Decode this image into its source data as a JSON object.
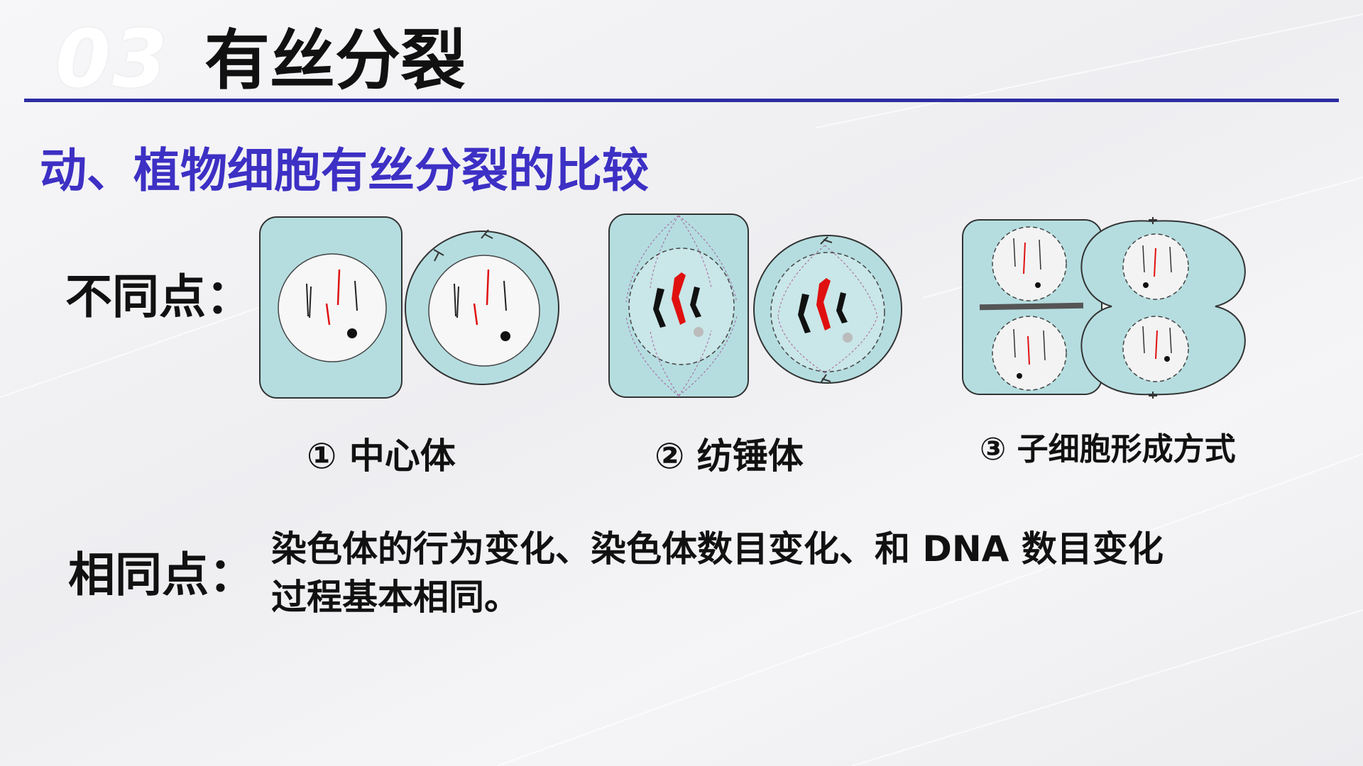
{
  "header": {
    "section_number": "03",
    "title": "有丝分裂"
  },
  "subtitle": "动、植物细胞有丝分裂的比较",
  "differences": {
    "label": "不同点：",
    "items": [
      {
        "caption": "① 中心体",
        "icon": "centrosome-comparison-figure"
      },
      {
        "caption": "② 纺锤体",
        "icon": "spindle-comparison-figure"
      },
      {
        "caption": "③ 子细胞形成方式",
        "icon": "cytokinesis-comparison-figure"
      }
    ]
  },
  "similarities": {
    "label": "相同点：",
    "line1": "染色体的行为变化、染色体数目变化、和 DNA 数目变化",
    "line2": "过程基本相同。"
  },
  "colors": {
    "accent_rule": "#2e2da3",
    "subtitle": "#3d30c4",
    "cell_fill": "#b5dde0",
    "chromosome_red": "#e01010"
  }
}
